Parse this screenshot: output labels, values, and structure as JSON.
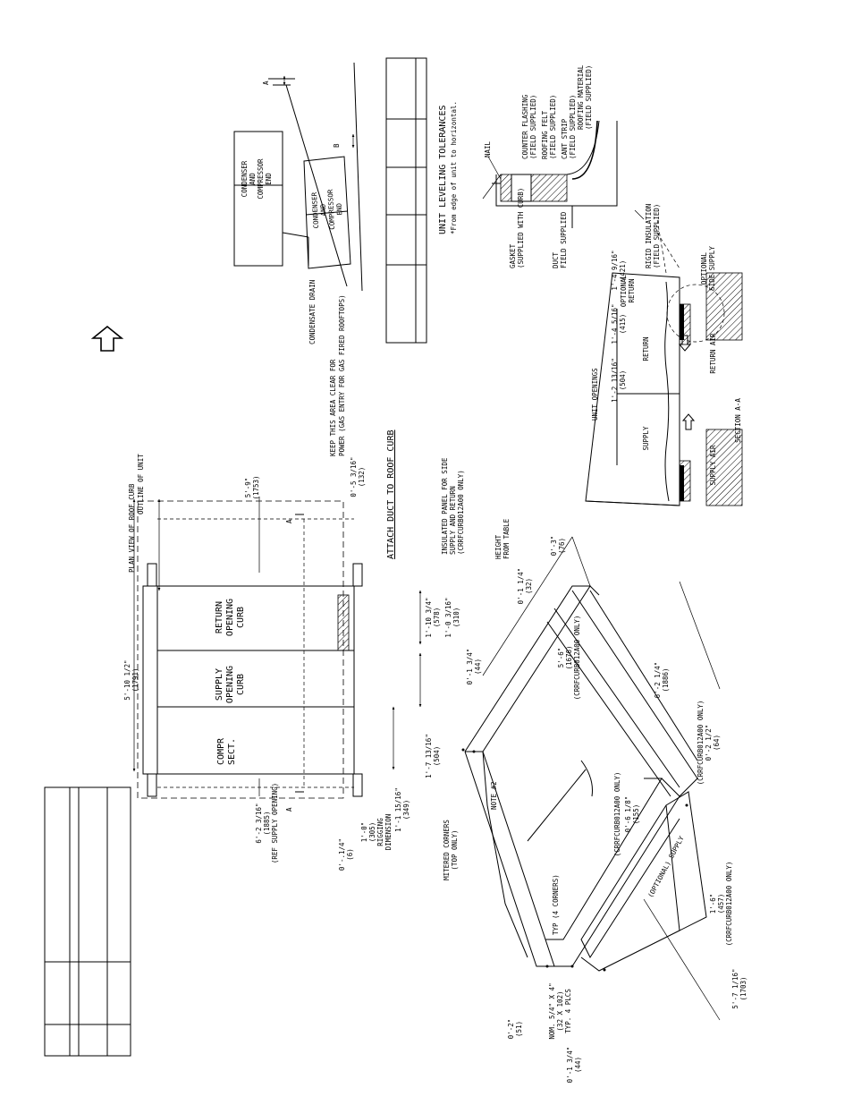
{
  "roof_curb": {
    "plan_view_label": "PLAN VIEW OF ROOF CURB",
    "outline_label": "OUTLINE OF UNIT",
    "compr_sect": [
      "COMPR",
      "SECT."
    ],
    "supply_opening": [
      "SUPPLY",
      "OPENING",
      "CURB"
    ],
    "return_opening": [
      "RETURN",
      "OPENING",
      "CURB"
    ],
    "dim_overall": "5'-10 1/2\"",
    "dim_overall_mm": "(1791)",
    "dim_5_9": "5'-9\"",
    "dim_5_9_mm": "(1753)",
    "dim_6_2": "6'-2 3/16\"",
    "dim_6_2_mm": "(1885)",
    "dim_6_2_note": "(REF SUPPLY OPENING)",
    "dim_0_5": "0'-5 3/16\"",
    "dim_0_5_mm": "(132)",
    "dim_1_10": "1'-10 3/4\"",
    "dim_1_10_mm": "(578)",
    "dim_1_0": "1'-0 3/16\"",
    "dim_1_0_mm": "(310)",
    "dim_1_7": "1'-7 13/16\"",
    "dim_1_7_mm": "(504)",
    "dim_1_1": "1'-1 15/16\"",
    "dim_1_1_mm": "(349)",
    "dim_1_0b": "1'-0\"",
    "dim_1_0b_mm": "(305)",
    "rigging": [
      "RIGGING",
      "DIMENSION"
    ],
    "dim_0_0_1_4": "0'-.1/4\"",
    "dim_0_0_1_4_mm": "(6)",
    "keep_clear": [
      "KEEP THIS AREA CLEAR FOR",
      "POWER (GAS ENTRY FOR GAS FIRED ROOFTOPS)"
    ],
    "attach_duct": "ATTACH DUCT TO ROOF CURB",
    "section_marker": "A"
  },
  "tolerances": {
    "title": "UNIT LEVELING TOLERANCES",
    "subtitle": "*From edge of unit to horizontal.",
    "condenser_label": [
      "CONDENSER",
      "AND",
      "COMPRESSOR",
      "END"
    ],
    "condensate_drain": "CONDENSATE DRAIN",
    "marker_a": "A",
    "marker_b": "B"
  },
  "flashing": {
    "nail": "NAIL",
    "counter_flashing": [
      "COUNTER FLASHING",
      "(FIELD SUPPLIED)"
    ],
    "roofing_felt": [
      "ROOFING FELT",
      "(FIELD SUPPLIED)"
    ],
    "cant_strip": [
      "CANT STRIP",
      "(FIELD SUPPLIED)"
    ],
    "roofing_material": [
      "ROOFING MATERIAL",
      "(FIELD SUPPLIED)"
    ],
    "gasket": [
      "GASKET",
      "(SUPPLIED WITH CURB)"
    ],
    "duct": [
      "DUCT",
      "FIELD SUPPLIED"
    ],
    "rigid_insulation": [
      "RIGID INSULATION",
      "(FIELD SUPPLIED)"
    ]
  },
  "section": {
    "unit_openings": "UNIT OPENINGS",
    "supply": "SUPPLY",
    "return": "RETURN",
    "optional_return": [
      "OPTIONAL",
      "RETURN"
    ],
    "optional_side_supply": [
      "OPTIONAL",
      "SIDE SUPPLY"
    ],
    "supply_air": "SUPPLY AIR",
    "return_air": "RETURN AIR",
    "section_title": "SECTION A-A",
    "dim_a": "1'-2 13/16\"",
    "dim_a_mm": "(504)",
    "dim_b": "1'-4 5/16\"",
    "dim_b_mm": "(415)",
    "dim_c": "1'-4 9/16\"",
    "dim_c_mm": "(421)"
  },
  "iso": {
    "mitered": [
      "MITERED CORNERS",
      "(TOP ONLY)"
    ],
    "typ_corners": "TYP (4 CORNERS)",
    "note2": "NOTE #2",
    "insulated_panel": [
      "INSULATED PANEL FOR SIDE",
      "SUPPLY AND RETURN",
      "(CRRFCURB012A00 ONLY)"
    ],
    "height": [
      "HEIGHT",
      "FROM TABLE"
    ],
    "nom": [
      "NOM. 5/4\" X 4\"",
      "(32 X 102)",
      "TYP. 4 PLCS"
    ],
    "dim_0_1_3_4": "0'-1 3/4\"",
    "dim_0_1_3_4_mm": "(44)",
    "dim_0_1_1_4": "0'-1 1/4\"",
    "dim_0_1_1_4_mm": "(32)",
    "dim_0_3": "0'-3\"",
    "dim_0_3_mm": "(76)",
    "dim_5_6": "5'-6\"",
    "dim_5_6_mm": "(1676)",
    "dim_5_6_note": "(CRRFCURB012A00 ONLY)",
    "dim_6_2_1_4": "6'-2 1/4\"",
    "dim_6_2_1_4_mm": "(1886)",
    "dim_0_2": "0'-2\"",
    "dim_0_2_mm": "(51)",
    "dim_0_1_3_4b": "0'-1 3/4\"",
    "dim_0_1_3_4b_mm": "(44)",
    "dim_0_6": "0'-6 1/8\"",
    "dim_0_6_mm": "(155)",
    "dim_0_6_note": "(CRRFCURB012A00 ONLY)",
    "dim_1_6": "1'-6\"",
    "dim_1_6_mm": "(457)",
    "dim_1_6_note": "(CRRFCURB012A00 ONLY)",
    "dim_0_2_1_2": "0'-2 1/2\"",
    "dim_0_2_1_2_mm": "(64)",
    "dim_0_2_1_2_note": "(CRRFCURB012A00 ONLY)",
    "dim_5_7": "5'-7 1/16\"",
    "dim_5_7_mm": "(1703)",
    "flex_label": "(OPTIONAL) SUPPLY"
  }
}
